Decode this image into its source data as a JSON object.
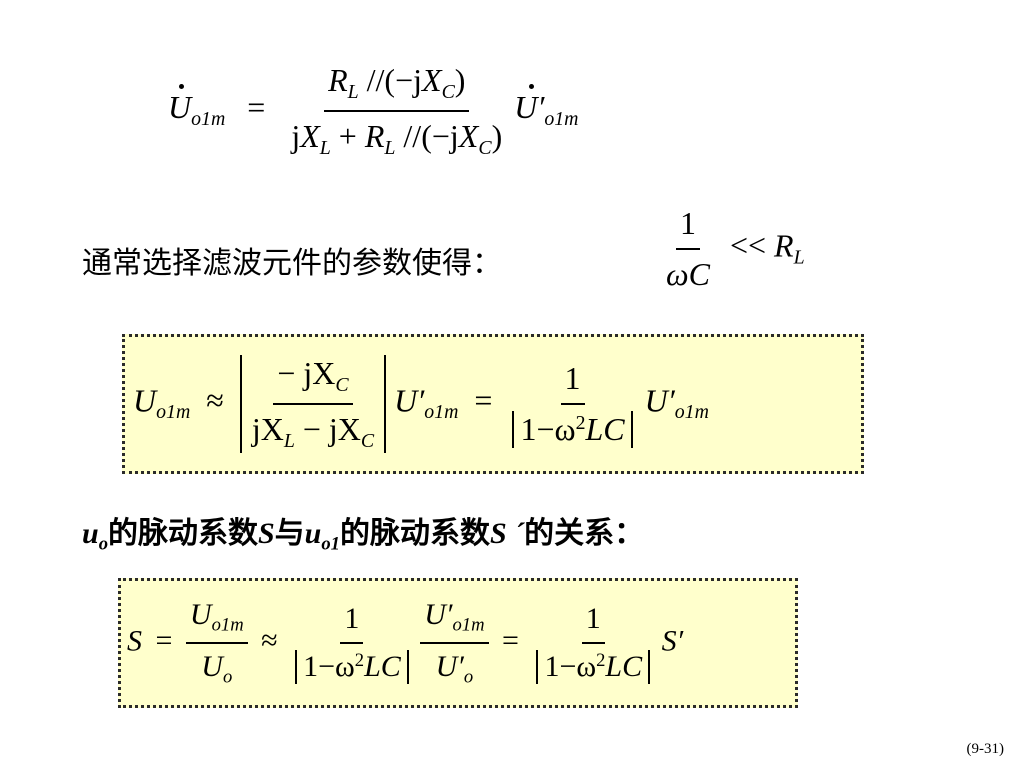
{
  "eq1": {
    "lhs_U": "U",
    "lhs_sub": "o1m",
    "eq": "=",
    "num_R": "R",
    "num_R_sub": "L",
    "num_par": "//(−j",
    "num_X": "X",
    "num_X_sub": "C",
    "num_close": ")",
    "den_j": "j",
    "den_X": "X",
    "den_X_sub": "L",
    "den_plus": "+",
    "den_R": "R",
    "den_R_sub": "L",
    "den_par": "//(−j",
    "den_X2": "X",
    "den_X2_sub": "C",
    "den_close": ")",
    "rhs_U": "U′",
    "rhs_sub": "o1m"
  },
  "condition": {
    "text": "通常选择滤波元件的参数使得：",
    "frac_num": "1",
    "frac_den": "ωC",
    "rel": "<<",
    "R": "R",
    "R_sub": "L"
  },
  "eq2": {
    "U": "U",
    "U_sub": "o1m",
    "approx": "≈",
    "abs_num": "− jX",
    "abs_num_sub": "C",
    "abs_den_a": "jX",
    "abs_den_a_sub": "L",
    "abs_den_minus": "− jX",
    "abs_den_b_sub": "C",
    "Up": "U′",
    "Up_sub": "o1m",
    "eq": "=",
    "frac2_num": "1",
    "frac2_den_a": "1−ω",
    "frac2_den_sup": "2",
    "frac2_den_b": "LC",
    "Up2": "U′",
    "Up2_sub": "o1m"
  },
  "relation": {
    "u": "u",
    "u_sub": "o",
    "t1": "的脉动系数",
    "S": "S",
    "t2": "与",
    "u2": "u",
    "u2_sub": "o1",
    "t3": "的脉动系数",
    "S2": "S ´",
    "t4": "的关系："
  },
  "eq3": {
    "S": "S",
    "eq": "=",
    "f1_num": "U",
    "f1_num_sub": "o1m",
    "f1_den": "U",
    "f1_den_sub": "o",
    "approx": "≈",
    "f2_num": "1",
    "f2_den_a": "1−ω",
    "f2_den_sup": "2",
    "f2_den_b": "LC",
    "f3_num": "U′",
    "f3_num_sub": "o1m",
    "f3_den": "U′",
    "f3_den_sub": "o",
    "eq2": "=",
    "f4_num": "1",
    "f4_den_a": "1−ω",
    "f4_den_sup": "2",
    "f4_den_b": "LC",
    "Sp": "S′"
  },
  "page_number": "(9-31)",
  "colors": {
    "box_fill": "#ffffcc",
    "box_border": "#2a2a2a"
  }
}
